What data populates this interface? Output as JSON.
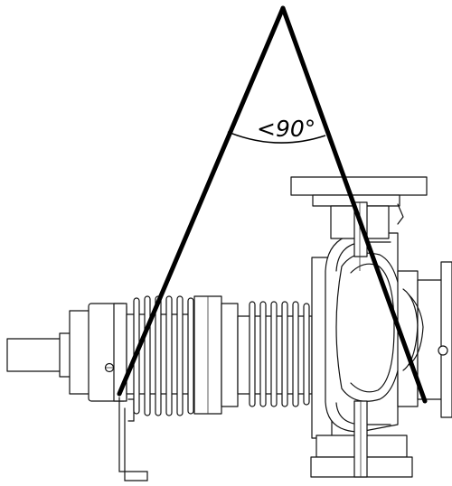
{
  "diagram": {
    "angle_label": "<90°",
    "colors": {
      "line": "#000000",
      "background": "#ffffff"
    },
    "elements": [
      "pump-drawing",
      "angle-triangle",
      "angle-arc",
      "angle-label"
    ]
  }
}
